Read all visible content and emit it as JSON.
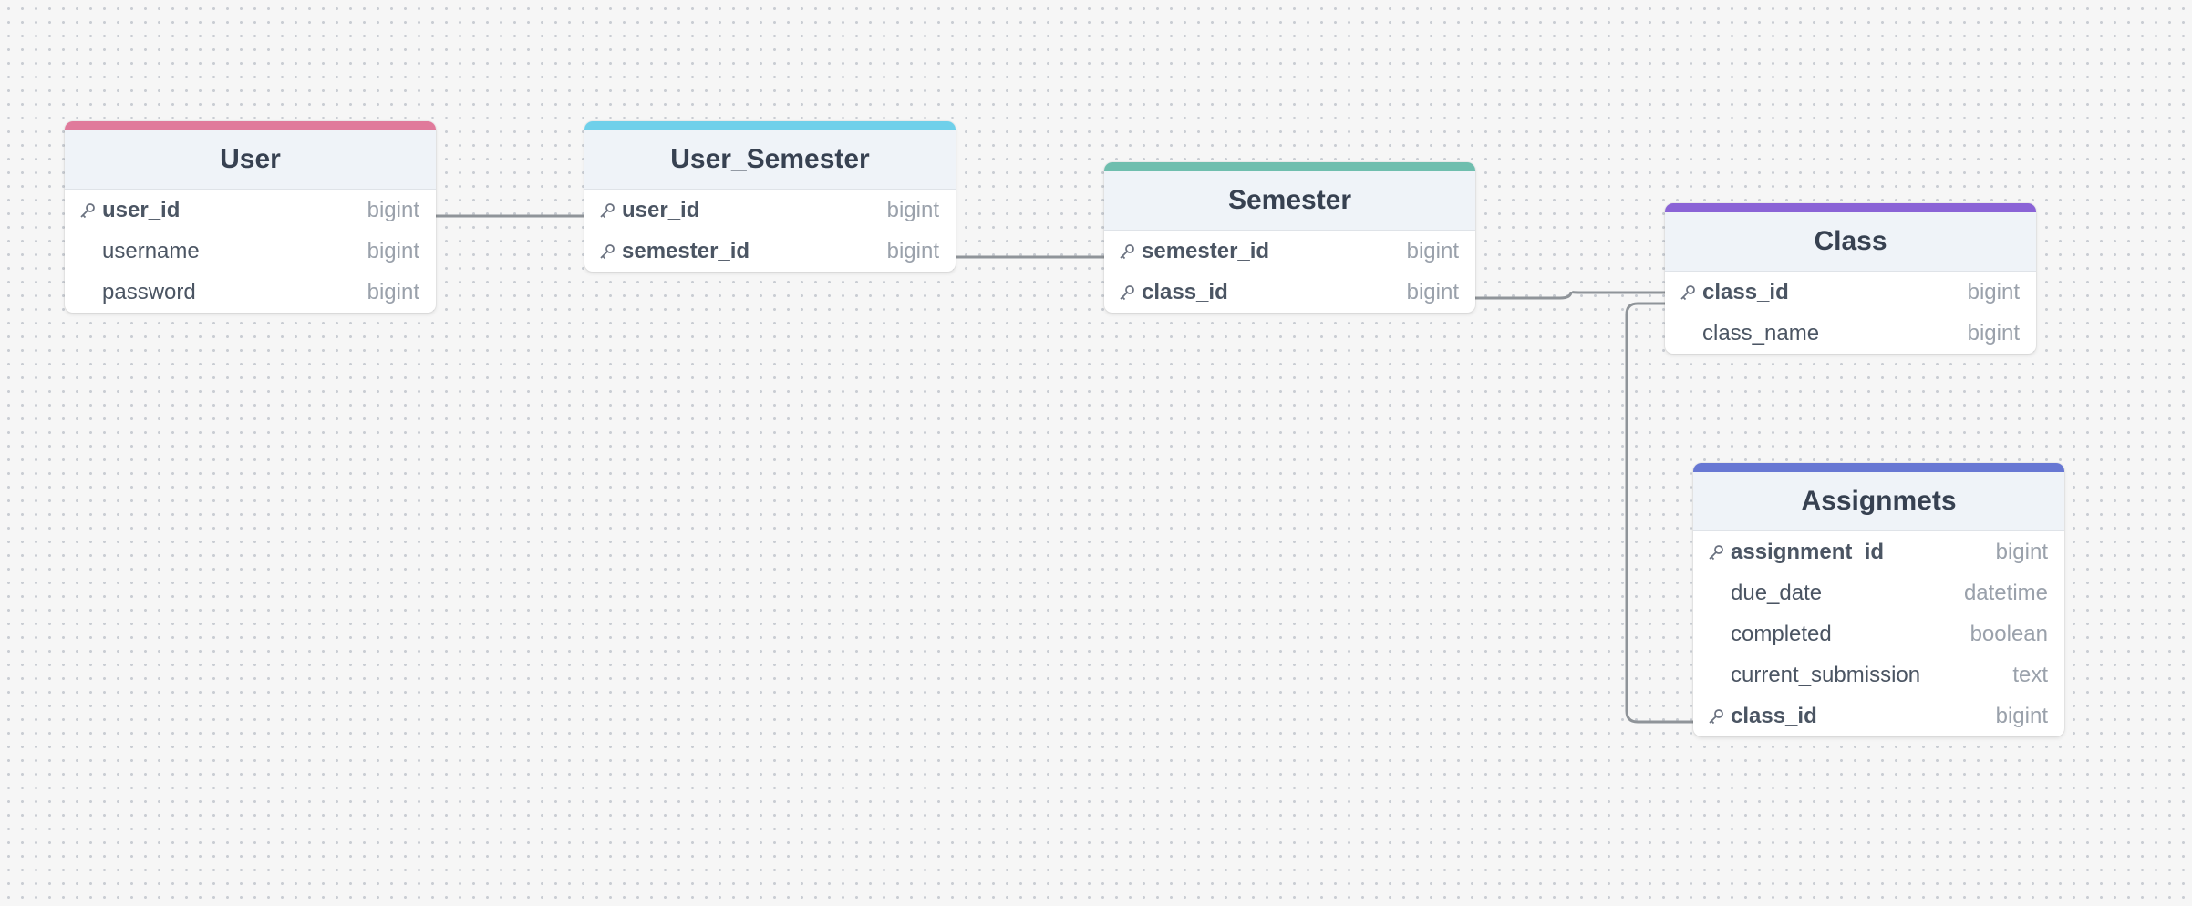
{
  "diagram": {
    "tables": [
      {
        "id": "user",
        "name": "User",
        "accent": "#e07a9b",
        "columns": [
          {
            "name": "user_id",
            "type": "bigint",
            "key": true
          },
          {
            "name": "username",
            "type": "bigint",
            "key": false
          },
          {
            "name": "password",
            "type": "bigint",
            "key": false
          }
        ]
      },
      {
        "id": "user-semester",
        "name": "User_Semester",
        "accent": "#6fd0ea",
        "columns": [
          {
            "name": "user_id",
            "type": "bigint",
            "key": true
          },
          {
            "name": "semester_id",
            "type": "bigint",
            "key": true
          }
        ]
      },
      {
        "id": "semester",
        "name": "Semester",
        "accent": "#6fbeae",
        "columns": [
          {
            "name": "semester_id",
            "type": "bigint",
            "key": true
          },
          {
            "name": "class_id",
            "type": "bigint",
            "key": true
          }
        ]
      },
      {
        "id": "class",
        "name": "Class",
        "accent": "#8a63d6",
        "columns": [
          {
            "name": "class_id",
            "type": "bigint",
            "key": true
          },
          {
            "name": "class_name",
            "type": "bigint",
            "key": false
          }
        ]
      },
      {
        "id": "assignmets",
        "name": "Assignmets",
        "accent": "#6777d3",
        "columns": [
          {
            "name": "assignment_id",
            "type": "bigint",
            "key": true
          },
          {
            "name": "due_date",
            "type": "datetime",
            "key": false
          },
          {
            "name": "completed",
            "type": "boolean",
            "key": false
          },
          {
            "name": "current_submission",
            "type": "text",
            "key": false
          },
          {
            "name": "class_id",
            "type": "bigint",
            "key": true
          }
        ]
      }
    ],
    "relationships": [
      {
        "from": "User.user_id",
        "to": "User_Semester.user_id"
      },
      {
        "from": "User_Semester.semester_id",
        "to": "Semester.semester_id"
      },
      {
        "from": "Semester.class_id",
        "to": "Class.class_id"
      },
      {
        "from": "Class.class_id",
        "to": "Assignmets.class_id"
      }
    ],
    "icons": {
      "key_column": "key-icon"
    }
  }
}
